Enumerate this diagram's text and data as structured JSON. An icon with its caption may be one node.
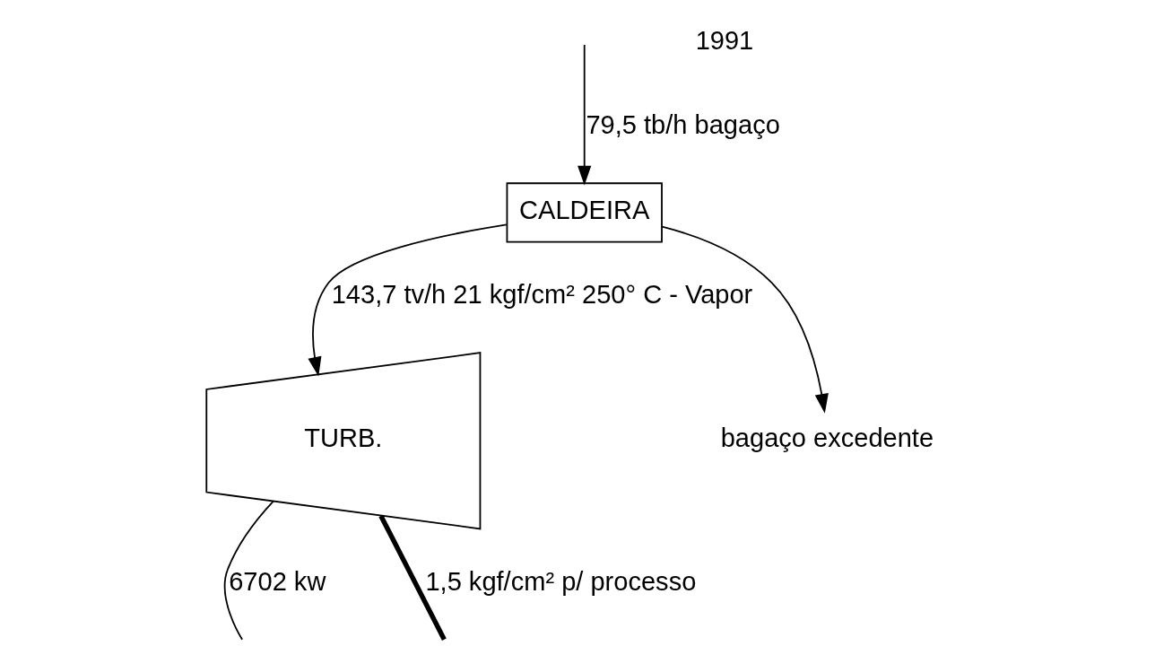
{
  "diagram": {
    "nodes": [
      {
        "text": [
          "CALDEIRA"
        ]
      },
      {
        "text": [
          "TURB."
        ]
      },
      {
        "text": [
          "bagaço excedente"
        ]
      }
    ],
    "edges": [
      {
        "from": null,
        "to": 0,
        "arrow": "to",
        "label": "79,5 tb/h bagaço"
      },
      {
        "from": 0,
        "to": 1,
        "arrow": "to",
        "label": "143,7 tv/h 21 kgf/cm² 250° C - Vapor"
      },
      {
        "from": 0,
        "to": 2,
        "arrow": "to"
      },
      {
        "from": 1,
        "to": null,
        "arrow": "none",
        "label": "6702 kw"
      },
      {
        "from": 1,
        "to": null,
        "arrow": "none",
        "label": "1,5 kgf/cm² p/ processo",
        "style": "thick"
      }
    ],
    "labels": [
      "1991"
    ]
  }
}
